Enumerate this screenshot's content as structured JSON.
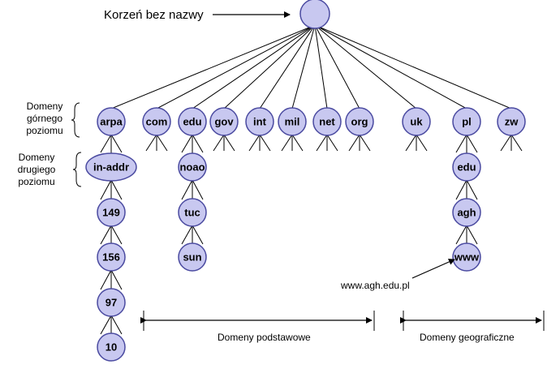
{
  "root_label": "Korzeń bez nazwy",
  "tld_label": [
    "Domeny",
    "górnego",
    "poziomu"
  ],
  "sld_label": [
    "Domeny",
    "drugiego",
    "poziomu"
  ],
  "tlds": [
    "arpa",
    "com",
    "edu",
    "gov",
    "int",
    "mil",
    "net",
    "org",
    "uk",
    "pl",
    "zw"
  ],
  "arpa_chain": [
    "in-addr",
    "149",
    "156",
    "97",
    "10"
  ],
  "edu_chain": [
    "noao",
    "tuc",
    "sun"
  ],
  "pl_chain": [
    "edu",
    "agh",
    "www"
  ],
  "www_annotation": "www.agh.edu.pl",
  "range_basic": "Domeny podstawowe",
  "range_geo": "Domeny geograficzne",
  "colors": {
    "node_fill": "#c8c8f0",
    "node_stroke": "#4a4aa0",
    "line": "#000000"
  }
}
